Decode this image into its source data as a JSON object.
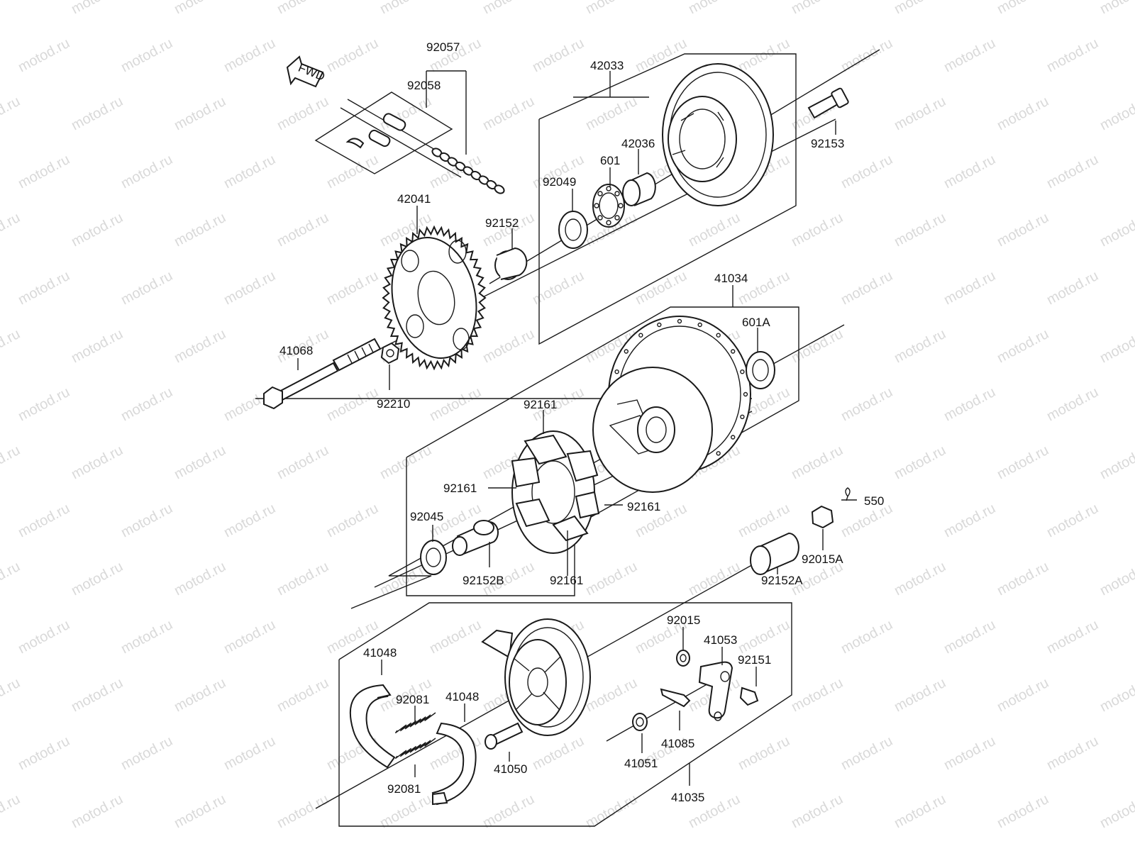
{
  "watermark": "motod.ru",
  "fwd_badge": "FWD",
  "labels": {
    "p92057": "92057",
    "p92058": "92058",
    "p42033": "42033",
    "p92153": "92153",
    "p42036": "42036",
    "p601": "601",
    "p92049": "92049",
    "p42041": "42041",
    "p92152": "92152",
    "p41034": "41034",
    "p601A": "601A",
    "p41068": "41068",
    "p92210": "92210",
    "p92161_top": "92161",
    "p92161_left": "92161",
    "p92161_right": "92161",
    "p92161_bottom": "92161",
    "p92045": "92045",
    "p92152B": "92152B",
    "p550": "550",
    "p92015A": "92015A",
    "p92152A": "92152A",
    "p92015": "92015",
    "p41053": "41053",
    "p92151": "92151",
    "p41048_left": "41048",
    "p41048_right": "41048",
    "p92081_top": "92081",
    "p92081_bottom": "92081",
    "p41050": "41050",
    "p41085": "41085",
    "p41051": "41051",
    "p41035": "41035"
  },
  "colors": {
    "line": "#1a1a1a",
    "watermark": "#d9d9d9",
    "background": "#ffffff"
  }
}
